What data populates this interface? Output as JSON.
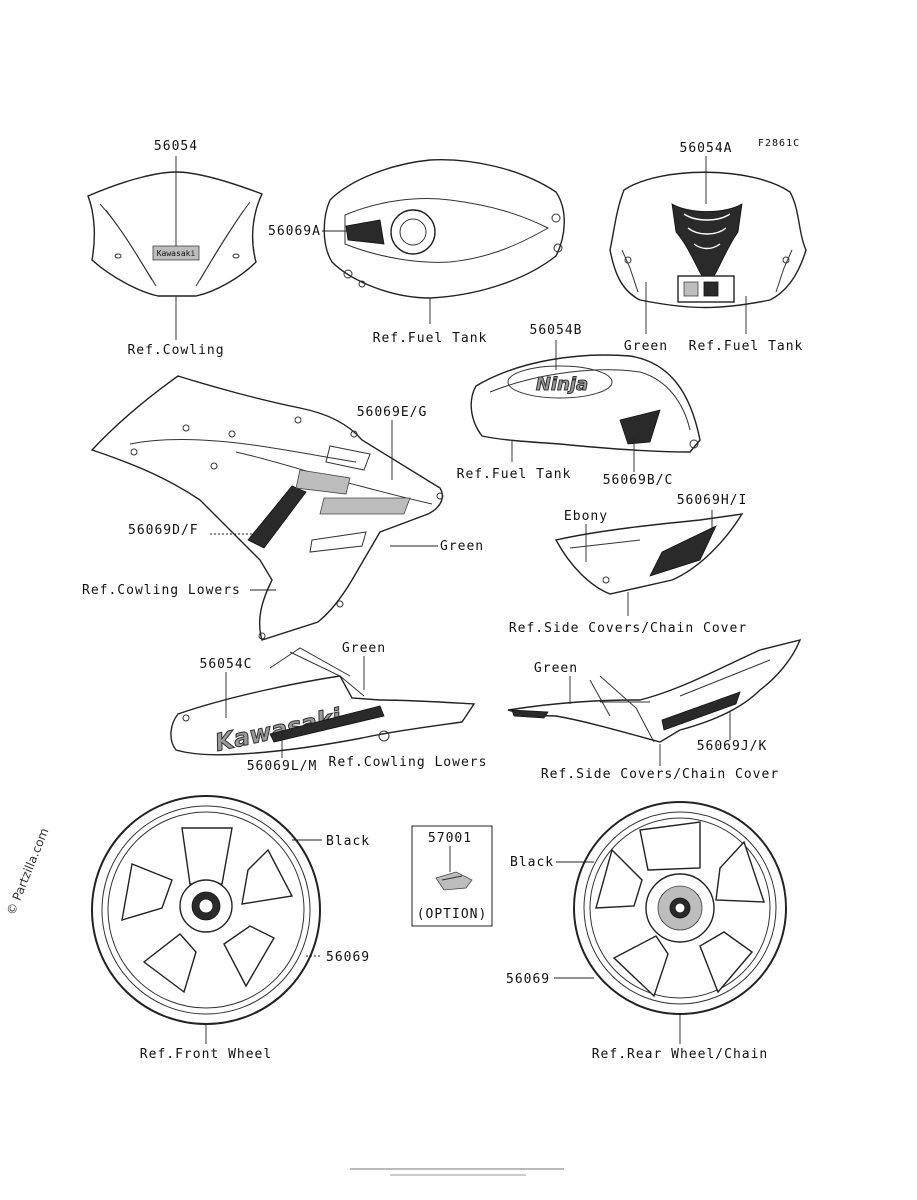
{
  "diagram": {
    "code": "F2861C",
    "labels": {
      "p56054": "56054",
      "ref_cowling": "Ref.Cowling",
      "p56069A": "56069A",
      "ref_fuel_tank_1": "Ref.Fuel Tank",
      "p56054A": "56054A",
      "green_1": "Green",
      "ref_fuel_tank_2": "Ref.Fuel Tank",
      "p56054B": "56054B",
      "p56069EG": "56069E/G",
      "ref_fuel_tank_3": "Ref.Fuel Tank",
      "p56069BC": "56069B/C",
      "p56069DF": "56069D/F",
      "green_2": "Green",
      "ebony": "Ebony",
      "p56069HI": "56069H/I",
      "ref_cowling_lowers_1": "Ref.Cowling Lowers",
      "ref_side_covers_1": "Ref.Side Covers/Chain Cover",
      "green_3": "Green",
      "p56054C": "56054C",
      "green_4": "Green",
      "p56069LM": "56069L/M",
      "ref_cowling_lowers_2": "Ref.Cowling Lowers",
      "p56069JK": "56069J/K",
      "ref_side_covers_2": "Ref.Side Covers/Chain Cover",
      "black_1": "Black",
      "p57001": "57001",
      "option": "(OPTION)",
      "p56069_front": "56069",
      "black_2": "Black",
      "p56069_rear": "56069",
      "ref_front_wheel": "Ref.Front Wheel",
      "ref_rear_wheel": "Ref.Rear Wheel/Chain"
    },
    "decal_text": {
      "kawasaki_small": "Kawasaki",
      "ninja": "Ninja",
      "kawasaki_large": "Kawasaki"
    },
    "watermark": "© Partzilla.com"
  }
}
